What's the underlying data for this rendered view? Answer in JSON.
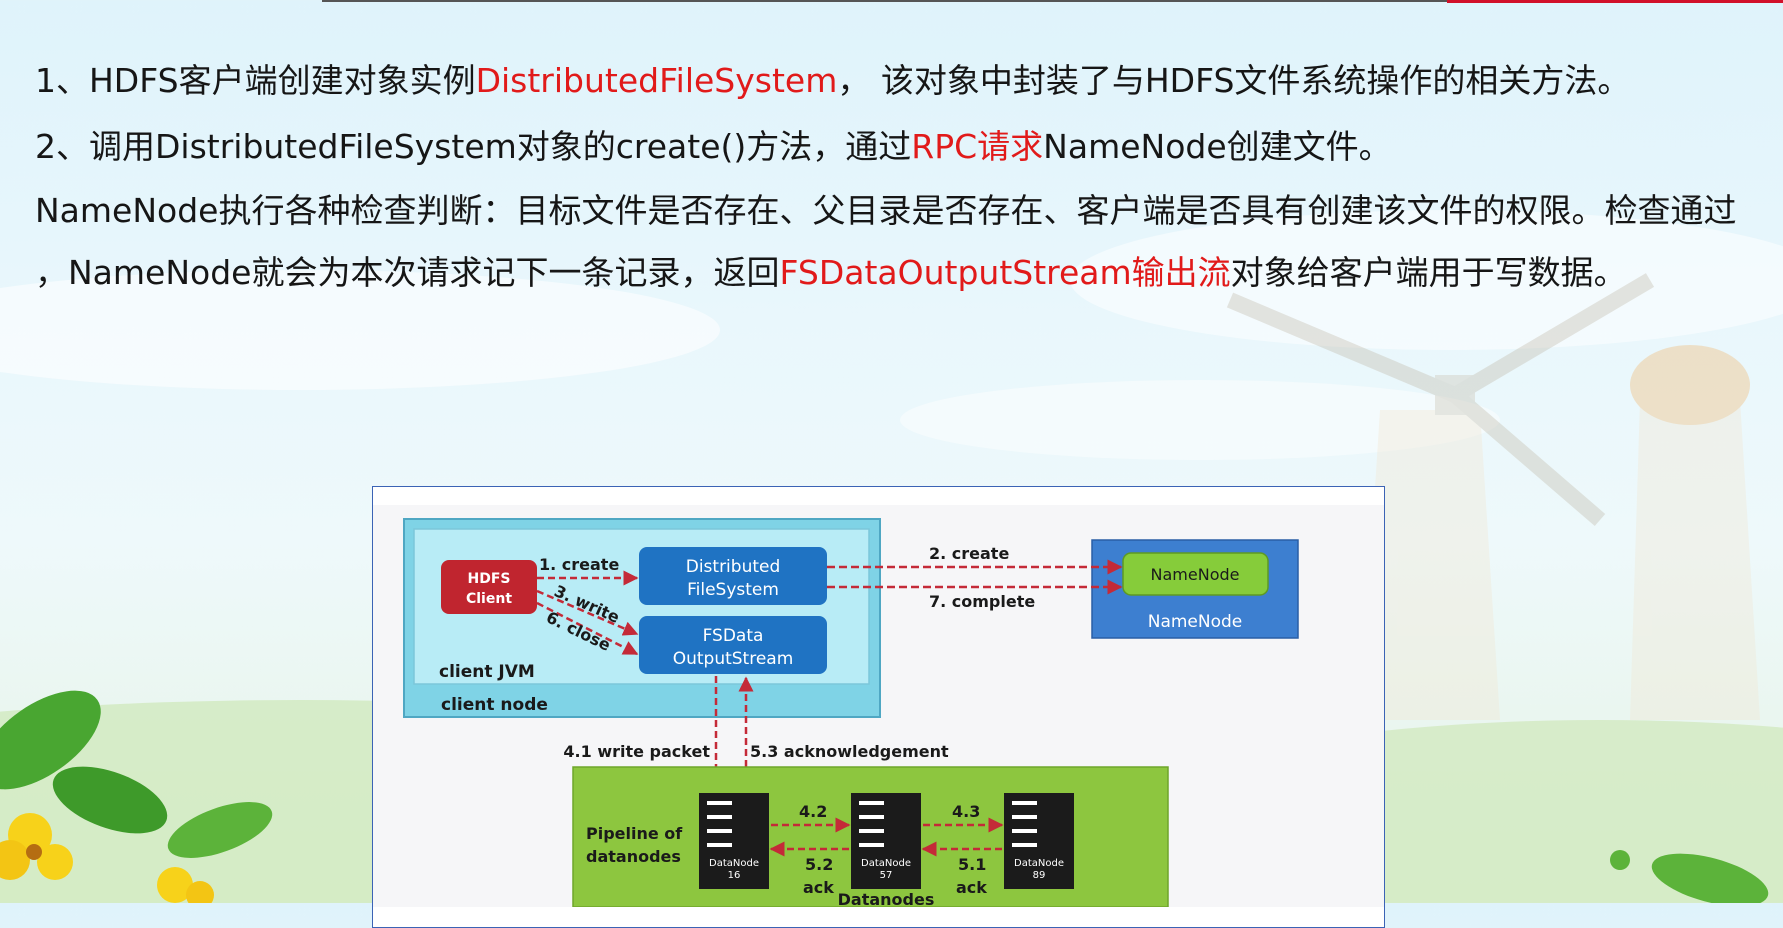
{
  "text": {
    "line1": {
      "prefix": "1、HDFS客户端创建对象实例",
      "highlight": "DistributedFileSystem",
      "suffix": "， 该对象中封装了与HDFS文件系统操作的相关方法。"
    },
    "line2": {
      "prefix": "2、调用DistributedFileSystem对象的create()方法，通过",
      "highlight": "RPC请求",
      "suffix": "NameNode创建文件。"
    },
    "line3": "NameNode执行各种检查判断：目标文件是否存在、父目录是否存在、客户端是否具有创建该文件的权限。检查通过",
    "line4": {
      "prefix": "，NameNode就会为本次请求记下一条记录，返回",
      "highlight": "FSDataOutputStream输出流",
      "suffix": "对象给客户端用于写数据。"
    }
  },
  "diagram": {
    "client_node_label": "client node",
    "client_jvm_label": "client JVM",
    "hdfs_client": [
      "HDFS",
      "Client"
    ],
    "distributed_fs": [
      "Distributed",
      "FileSystem"
    ],
    "fsdata_stream": [
      "FSData",
      "OutputStream"
    ],
    "namenode_inner": "NameNode",
    "namenode_outer": "NameNode",
    "edge_create1": "1. create",
    "edge_write3": "3. write",
    "edge_close6": "6. close",
    "edge_create2": "2. create",
    "edge_complete7": "7. complete",
    "edge_write_packet": "4.1 write packet",
    "edge_acknowledgement": "5.3 acknowledgement",
    "pipeline_label": [
      "Pipeline of",
      "datanodes"
    ],
    "datanode1": [
      "DataNode",
      "16"
    ],
    "datanode2": [
      "DataNode",
      "57"
    ],
    "datanode3": [
      "DataNode",
      "89"
    ],
    "edge_42": "4.2",
    "edge_43": "4.3",
    "edge_52": "5.2",
    "edge_52_ack": "ack",
    "edge_51": "5.1",
    "edge_51_ack": "ack",
    "datanodes_label": "Datanodes",
    "colors": {
      "client_node_fill": "#7fd3e6",
      "jvm_fill": "#b8ecf6",
      "hdfs_client_fill": "#c0252f",
      "component_fill": "#1f73c3",
      "namenode_box_fill": "#3d7fd0",
      "namenode_inner_fill": "#86cc3a",
      "pipeline_fill": "#8dc63f",
      "arrow_color": "#c42a38"
    }
  }
}
